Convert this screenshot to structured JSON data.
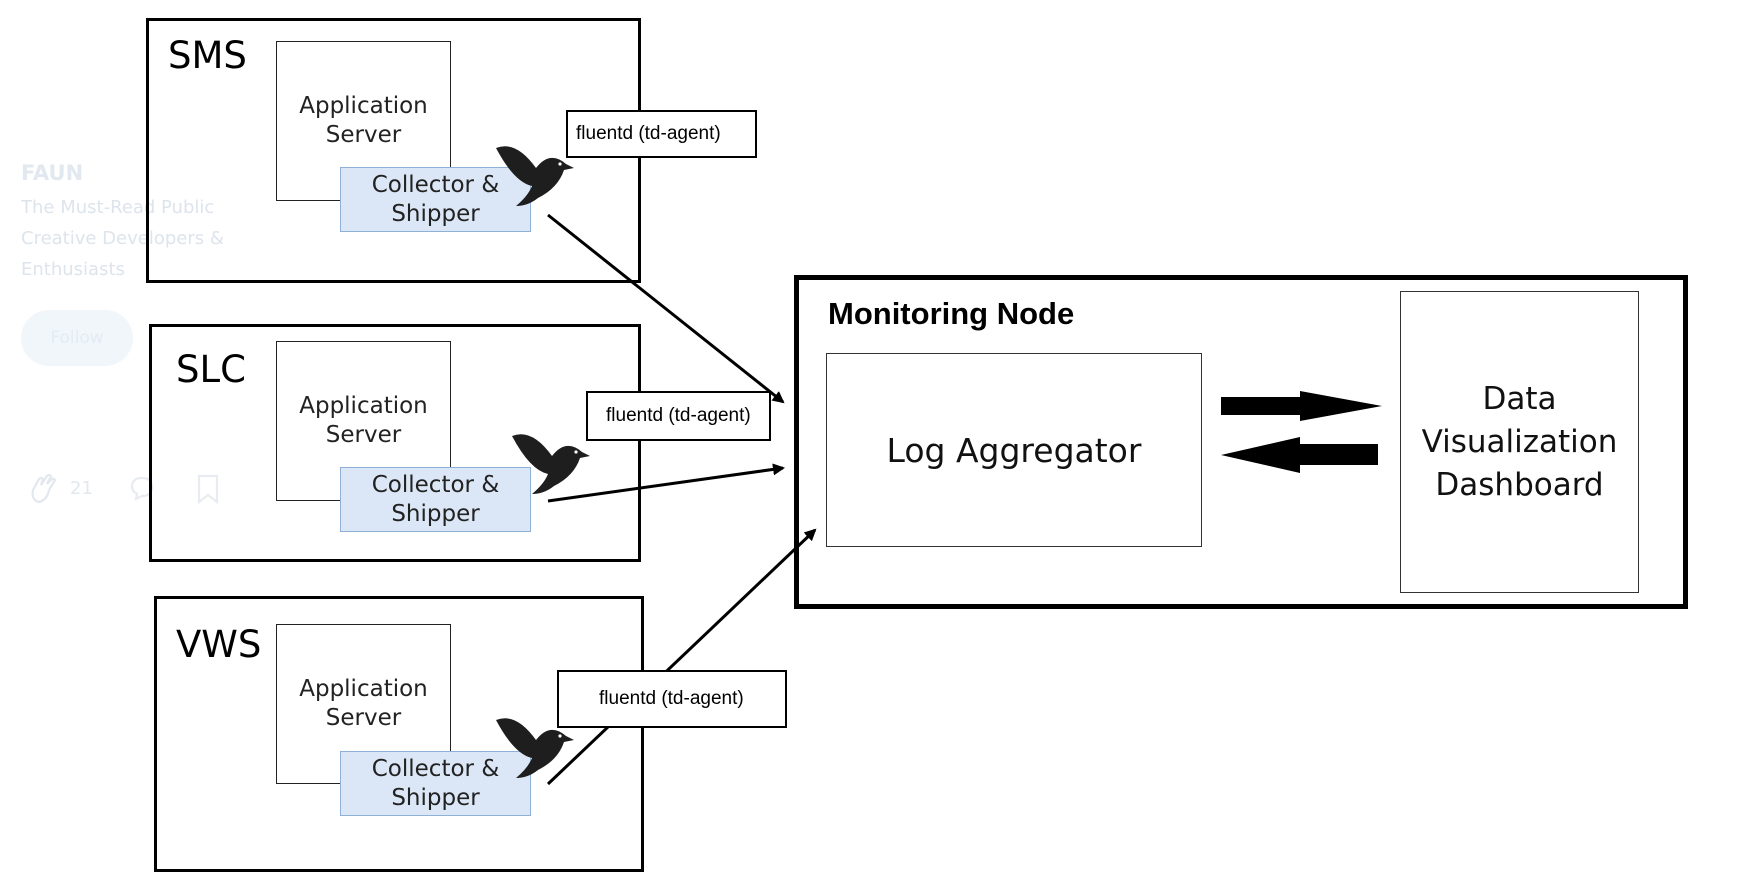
{
  "background_page": {
    "publication": "FAUN",
    "tagline": [
      "The Must-Read Public",
      "Creative Developers &",
      "Enthusiasts"
    ],
    "follow_label": "Follow",
    "clap_count": "21"
  },
  "diagram": {
    "sources": [
      {
        "name": "SMS",
        "app_server": [
          "Application",
          "Server"
        ],
        "collector": [
          "Collector &",
          "Shipper"
        ],
        "agent": "fluentd (td-agent)"
      },
      {
        "name": "SLC",
        "app_server": [
          "Application",
          "Server"
        ],
        "collector": [
          "Collector &",
          "Shipper"
        ],
        "agent": "fluentd (td-agent)"
      },
      {
        "name": "VWS",
        "app_server": [
          "Application",
          "Server"
        ],
        "collector": [
          "Collector &",
          "Shipper"
        ],
        "agent": "fluentd (td-agent)"
      }
    ],
    "monitoring_node": {
      "title": "Monitoring Node",
      "aggregator": "Log Aggregator",
      "dashboard": [
        "Data",
        "Visualization",
        "Dashboard"
      ]
    },
    "icons": {
      "bird": "fluentd-bird-icon",
      "clap": "clap-icon",
      "comment": "comment-icon",
      "bookmark": "bookmark-icon"
    },
    "colors": {
      "collector_fill": "#dbe7f6",
      "collector_border": "#8fb1d8",
      "line": "#000000",
      "faded_text": "#dde4ec"
    }
  }
}
